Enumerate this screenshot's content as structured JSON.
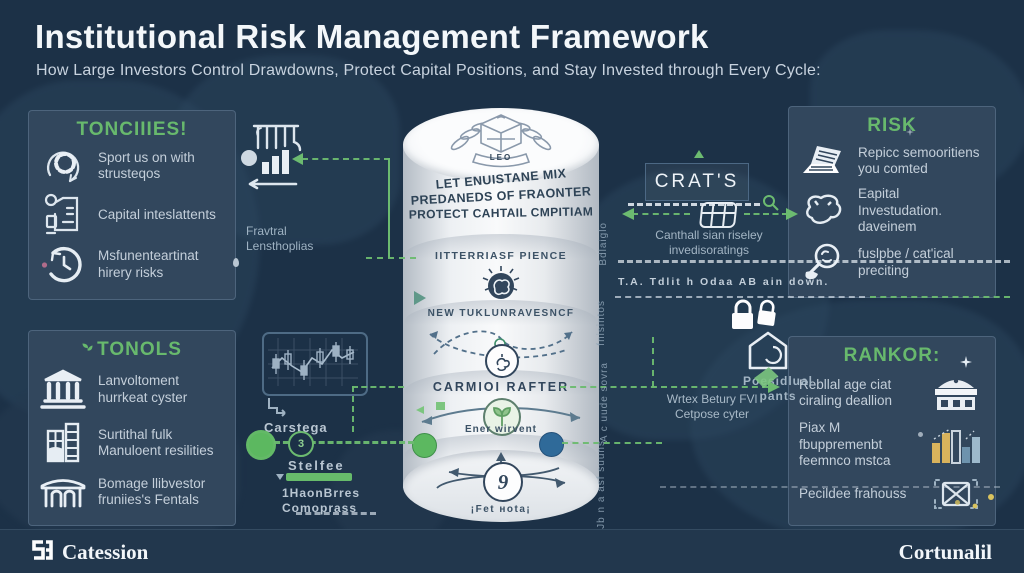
{
  "header": {
    "title": "Institutional Risk Management Framework",
    "subtitle": "How Large Investors Control Drawdowns, Protect Capital Positions, and Stay Invested through Every Cycle:"
  },
  "panels": {
    "top_left": {
      "title": "TONCIIIES!",
      "items": [
        {
          "icon": "gear-cycle-icon",
          "text": "Sport us on with strusteqos"
        },
        {
          "icon": "capital-document-icon",
          "text": "Capital inteslattents"
        },
        {
          "icon": "clock-history-icon",
          "text": "Msfunenteartinat hirery risks"
        }
      ]
    },
    "bottom_left": {
      "title": "TONOLS",
      "items": [
        {
          "icon": "bank-icon",
          "text": "Lanvoltoment hurrkeat cyster"
        },
        {
          "icon": "building-blocks-icon",
          "text": "Surtithal fulk Manuloent resilities"
        },
        {
          "icon": "warehouse-icon",
          "text": "Bomage llibvestor fruniies's Fentals"
        }
      ]
    },
    "top_right": {
      "title": "RISK",
      "items": [
        {
          "icon": "laptop-icon",
          "text": "Repicc semooritiens you comted"
        },
        {
          "icon": "outline-blob-icon",
          "text": "Eapital Investudation. daveinem"
        },
        {
          "icon": "magnifier-person-icon",
          "text": "fuslpbe / cat'ical preciting"
        }
      ]
    },
    "bottom_right": {
      "title": "RANKOR:",
      "items": [
        {
          "icon": "bank-building-icon",
          "text": "Rebllal age ciat ciraling deallion"
        },
        {
          "icon": "bar-chart-icon",
          "text": "Piax M fbuppremenbt feemnco mstca"
        },
        {
          "icon": "envelope-x-icon",
          "text": "Pecildee frahouss"
        }
      ]
    }
  },
  "cylinder": {
    "crest_banner": "LEO",
    "headline_line1": "LET ENUISTANE MIX",
    "headline_line2": "PREDANEDS OF FRAONTER",
    "headline_line3": "PROTECT CAHTAIL CMPITIAM",
    "tier1_label": "IITTERRIASF PIENCE",
    "tier2_label": "NEW TUKLUNRAVESNCF",
    "tier3_label": "CARMIOI RAFTER",
    "tier4_label": "Ener wirvent",
    "rotation_digit": "9",
    "tier5_label": "¡Fet нota¡"
  },
  "annotations": {
    "left": {
      "chart_label": "Fravtral Lensthoplias",
      "candlestick_label": "Carstega",
      "milestone_number": "3",
      "stage_label": "Stelfee",
      "progress_label": "1HaonBrres Comoprass"
    },
    "right": {
      "box_label": "CRAT'S",
      "grid_label": "Canthall sian riseley invedisoratings",
      "dashline_text": "T.A. Tdlit h Odaa AB ain down.",
      "lock_label": "Poesidlual pants",
      "vortex_label": "Wrtex Betury FVl Cetpose cyter"
    },
    "vertical": [
      "Bdlaiglo",
      "fnisintos",
      "A c uude sovra",
      "Jb n a asf suuns"
    ]
  },
  "footer": {
    "left_brand": "Catession",
    "right_brand": "Cortunalil"
  },
  "colors": {
    "background": "#1c3147",
    "panel": "#32475d",
    "accent_green": "#68b96d",
    "text_gray": "#c4cfda",
    "cylinder_white": "#f6f8fa",
    "navy_text": "#2e4356",
    "gold": "#d9b35c",
    "steel_blue": "#5f86a3"
  }
}
